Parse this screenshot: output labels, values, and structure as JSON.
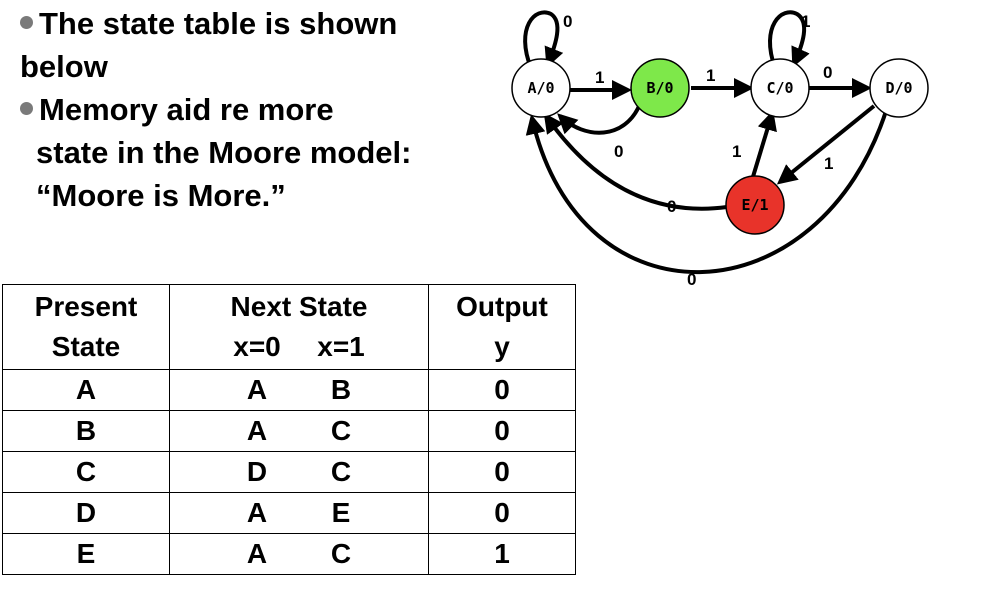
{
  "bullets": {
    "line1": "The state table is shown",
    "line2": "below",
    "line3": "Memory aid re more",
    "line4": "state in the Moore model:",
    "line5": "“Moore is More.”"
  },
  "table": {
    "header": {
      "present_1": "Present",
      "present_2": "State",
      "next": "Next State",
      "x0": "x=0",
      "x1": "x=1",
      "output_1": "Output",
      "output_2": "y"
    },
    "rows": [
      {
        "state": "A",
        "x0": "A",
        "x1": "B",
        "y": "0"
      },
      {
        "state": "B",
        "x0": "A",
        "x1": "C",
        "y": "0"
      },
      {
        "state": "C",
        "x0": "D",
        "x1": "C",
        "y": "0"
      },
      {
        "state": "D",
        "x0": "A",
        "x1": "E",
        "y": "0"
      },
      {
        "state": "E",
        "x0": "A",
        "x1": "C",
        "y": "1"
      }
    ]
  },
  "diagram": {
    "nodes": {
      "A": {
        "label": "A/0",
        "fill": "#ffffff"
      },
      "B": {
        "label": "B/0",
        "fill": "#7ee84a"
      },
      "C": {
        "label": "C/0",
        "fill": "#ffffff"
      },
      "D": {
        "label": "D/0",
        "fill": "#ffffff"
      },
      "E": {
        "label": "E/1",
        "fill": "#e8332a"
      }
    },
    "edges": {
      "A_self": "0",
      "A_B": "1",
      "B_A": "0",
      "B_C": "1",
      "C_self": "1",
      "C_D": "0",
      "D_E": "1",
      "E_C": "1",
      "E_A": "0",
      "D_A": "0"
    }
  }
}
